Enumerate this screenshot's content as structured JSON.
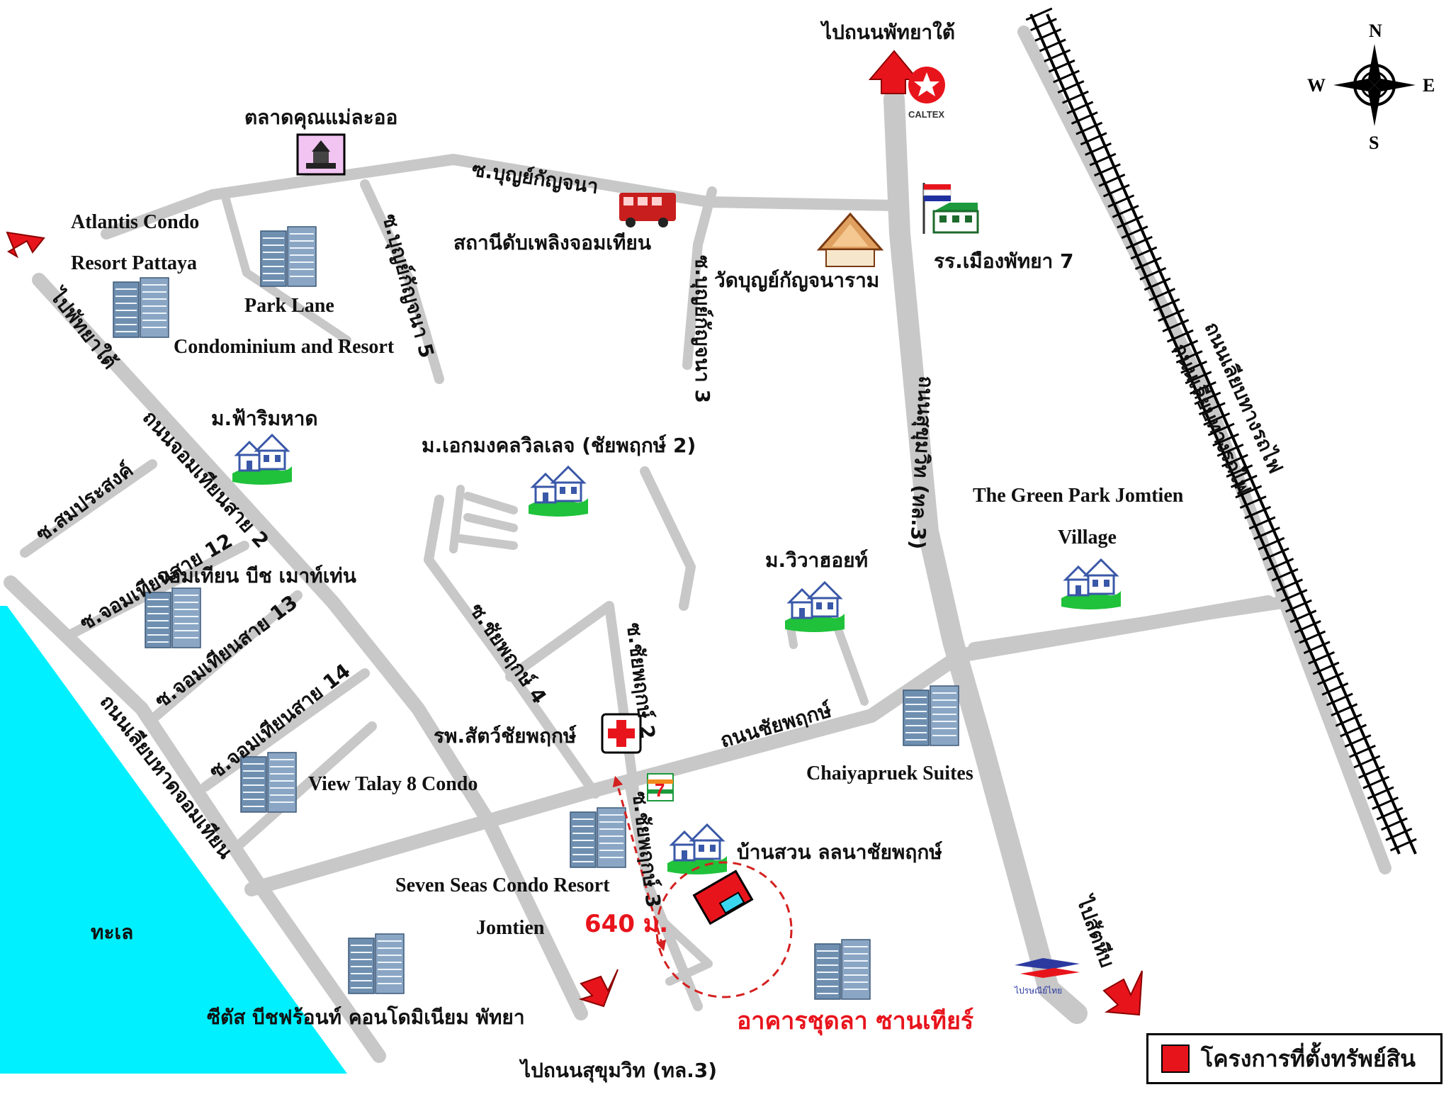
{
  "colors": {
    "road": "#c8c8c8",
    "sea": "#00f0ff",
    "marker": "#e8141c",
    "radius": "#d42020",
    "building": "#6f8fb0",
    "village_house": "#3a58a8",
    "village_grass": "#1fc23a"
  },
  "labels": {
    "to_pattaya_tai_top": "ไปถนนพัทยาใต้",
    "market": "ตลาดคุณแม่ละออ",
    "soi_bunkanjana": "ซ.บุญย์กัญจนา",
    "soi_bunkanjana_5": "ซ.บุญย์กัญจนา 5",
    "soi_bunkanjana_3": "ซ.บุญย์กัญจนา 3",
    "fire_station": "สถานีดับเพลิงจอมเทียน",
    "temple": "วัดบุญย์กัญจนาราม",
    "school": "รร.เมืองพัทยา 7",
    "atlantis_1": "Atlantis Condo",
    "atlantis_2": "Resort Pattaya",
    "park_lane_1": "Park Lane",
    "park_lane_2": "Condominium and Resort",
    "to_pattaya_tai_left": "ไปพัทยาใต้",
    "fa_rim_hat": "ม.ฟ้าริมหาด",
    "jomtien_sai_2": "ถนนจอมเทียนสาย 2",
    "soi_somprasong": "ซ.สมประสงค์",
    "soi_jomtien_12": "ซ.จอมเทียนสาย 12",
    "jomtien_beach_mountain": "จอมเทียน บีช เมาท์เท่น",
    "soi_jomtien_13": "ซ.จอมเทียนสาย 13",
    "soi_jomtien_14": "ซ.จอมเทียนสาย 14",
    "beach_road": "ถนนเลียบหาดจอมเทียน",
    "view_talay": "View Talay 8 Condo",
    "sea": "ทะเล",
    "ekmongkol": "ม.เอกมงคลวิลเลจ (ชัยพฤกษ์ 2)",
    "soi_chaiyapruek_4": "ซ.ชัยพฤกษ์ 4",
    "soi_chaiyapruek_2": "ซ.ชัยพฤกษ์ 2",
    "vet_hospital": "รพ.สัตว์ชัยพฤกษ์",
    "chaiyapruek_road": "ถนนชัยพฤกษ์",
    "soi_chaiyapruek_3": "ซ.ชัยพฤกษ์ 3",
    "seven_seas_1": "Seven Seas Condo Resort",
    "seven_seas_2": "Jomtien",
    "distance": "640 ม.",
    "baan_suan": "บ้านสวน ลลนาชัยพฤกษ์",
    "wiwa": "ม.วิวาฮอยท์",
    "chaiyapruek_suites": "Chaiyapruek Suites",
    "sukhumvit_road": "ถนนสุขุมวิท (ทล.3)",
    "green_park_1": "The Green Park Jomtien",
    "green_park_2": "Village",
    "railway_parallel_1": "ถนนเลียบทางรถไฟ",
    "railway_parallel_2": "ถนนเลียบทางรถไฟ",
    "to_sattahip": "ไปสัตหีบ",
    "to_sukhumvit_bottom": "ไปถนนสุขุมวิท (ทล.3)",
    "seatus": "ซีตัส บีชฟร้อนท์ คอนโดมิเนียม พัทยา",
    "project": "อาคารชุดลา ซานเทียร์",
    "caltex": "CALTEX",
    "thaipost": "ไปรษณีย์ไทย",
    "seven_eleven": "7"
  },
  "compass": {
    "n": "N",
    "s": "S",
    "e": "E",
    "w": "W"
  },
  "legend": {
    "label": "โครงการที่ตั้งทรัพย์สิน"
  },
  "icons": [
    "market-icon",
    "fire-truck-icon",
    "temple-icon",
    "school-icon",
    "caltex-logo-icon",
    "condo-building-icon",
    "village-house-icon",
    "hospital-cross-icon",
    "seven-eleven-icon",
    "thaipost-logo-icon",
    "compass-icon",
    "project-marker-icon",
    "direction-arrow-icon"
  ]
}
